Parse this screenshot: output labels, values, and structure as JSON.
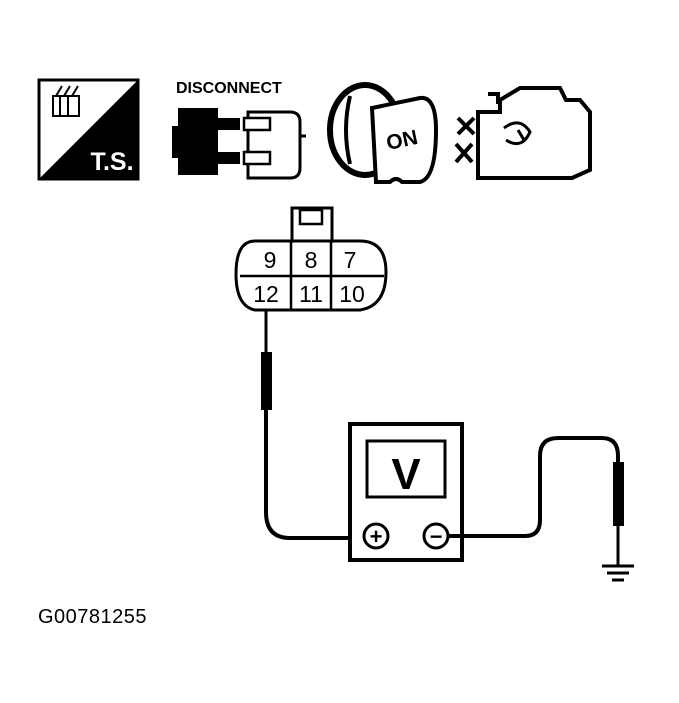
{
  "icons": {
    "ts_label": "T.S.",
    "disconnect_label": "DISCONNECT",
    "ignition_label": "ON"
  },
  "connector": {
    "top_row": [
      "9",
      "8",
      "7"
    ],
    "bottom_row": [
      "12",
      "11",
      "10"
    ]
  },
  "meter": {
    "display": "V",
    "positive_symbol": "+",
    "negative_symbol": "−"
  },
  "figure_id": "G00781255"
}
